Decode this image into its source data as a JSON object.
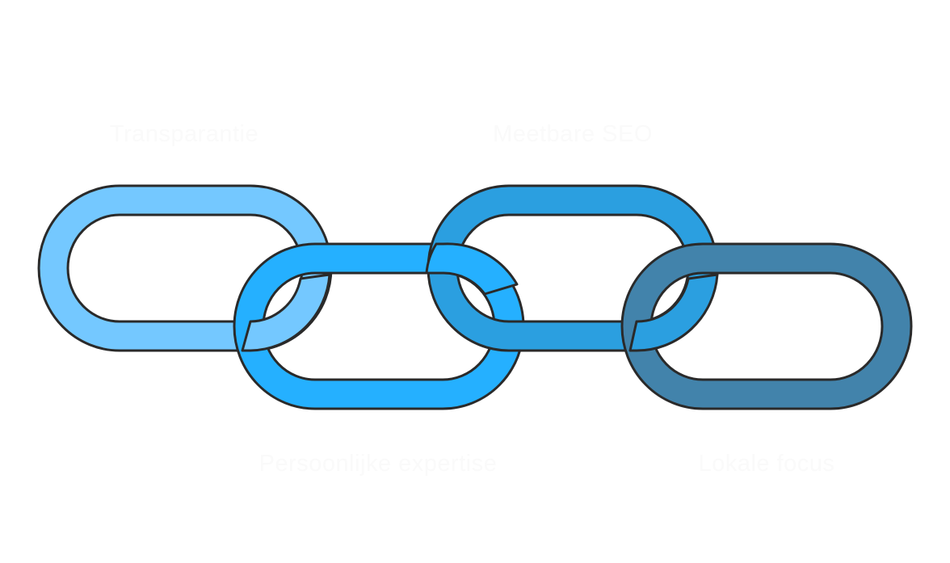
{
  "diagram": {
    "links": [
      {
        "label": "Transparantie",
        "color": "#74c8ff"
      },
      {
        "label": "Persoonlijke expertise",
        "color": "#25b0ff"
      },
      {
        "label": "Meetbare SEO",
        "color": "#2b9fe0"
      },
      {
        "label": "Lokale focus",
        "color": "#4283ab"
      }
    ],
    "outline_color": "#2a2a2a",
    "label_color": "#fafafa"
  }
}
